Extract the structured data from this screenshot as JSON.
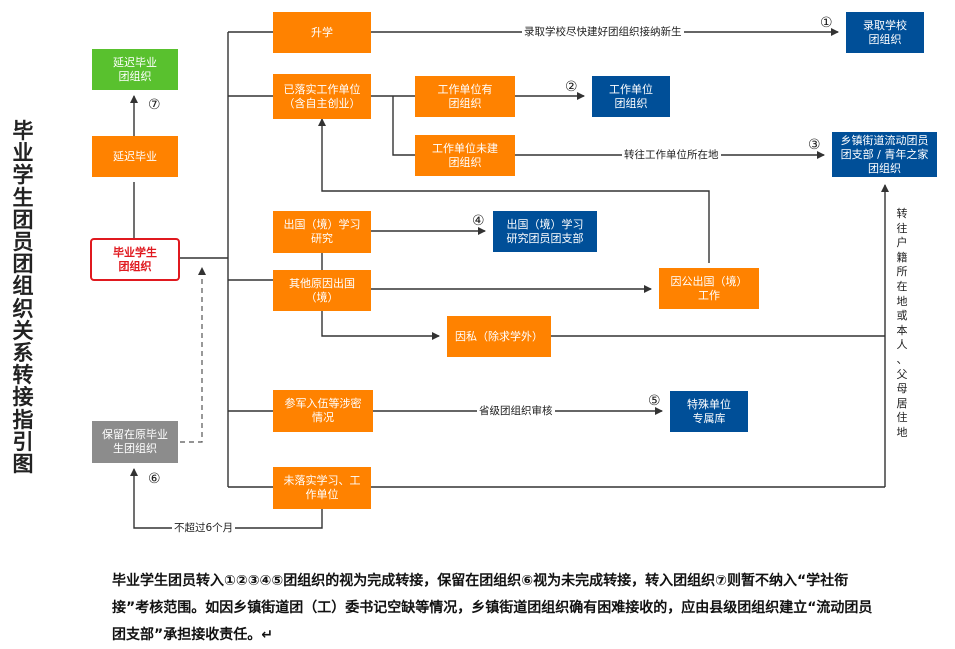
{
  "title": "毕业学生团员团组织关系转接指引图",
  "boxes": {
    "shengxue": "升学",
    "luqu": "录取学校\n团组织",
    "yiluoshi": "已落实工作单位\n（含自主创业）",
    "danweiyou": "工作单位有\n团组织",
    "danweituan": "工作单位\n团组织",
    "danweiwei": "工作单位未建\n团组织",
    "xiangzhen": "乡镇街道流动团员\n团支部 / 青年之家\n团组织",
    "yanchi_org": "延迟毕业\n团组织",
    "yanchi": "延迟毕业",
    "biye": "毕业学生\n团组织",
    "chuguo_xuexi": "出国（境）学习\n研究",
    "chuguo_tuan": "出国（境）学习\n研究团员团支部",
    "qita": "其他原因出国\n（境）",
    "yingong": "因公出国（境）\n工作",
    "yinsi": "因私（除求学外）",
    "canjun": "参军入伍等涉密\n情况",
    "teshu": "特殊单位\n专属库",
    "baoliu": "保留在原毕业\n生团组织",
    "weiluoshi": "未落实学习、工\n作单位"
  },
  "labels": {
    "luqu_line": "录取学校尽快建好团组织接纳新生",
    "zhuanwang": "转往工作单位所在地",
    "shengji": "省级团组织审核",
    "buchao": "不超过6个月",
    "huji": "转\n往\n户\n籍\n所\n在\n地\n或\n本\n人\n、\n父\n母\n居\n住\n地"
  },
  "numbers": [
    "①",
    "②",
    "③",
    "④",
    "⑤",
    "⑥",
    "⑦"
  ],
  "note": "毕业学生团员转入①②③④⑤团组织的视为完成转接，保留在团组织⑥视为未完成转接，转入团组织⑦则暂不纳入“学社衔接”考核范围。如因乡镇街道团（工）委书记空缺等情况，乡镇街道团组织确有困难接收的，应由县级团组织建立“流动团员团支部”承担接收责任。↵",
  "colors": {
    "orange": "#ff8200",
    "blue": "#004f98",
    "green": "#59c12e",
    "gray": "#8c8c8c",
    "red": "#e0191f"
  }
}
